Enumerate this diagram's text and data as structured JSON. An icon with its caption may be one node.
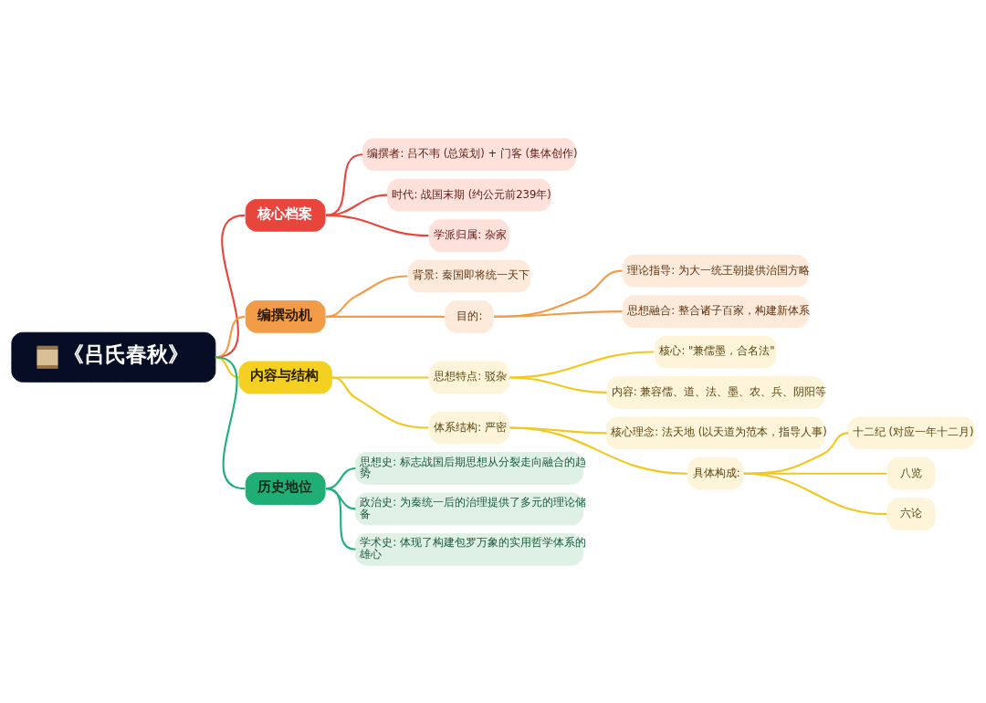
{
  "diagram": {
    "nodes": [
      {
        "text": [
          "《吕氏春秋》"
        ]
      },
      {
        "text": [
          "核心档案"
        ]
      },
      {
        "text": [
          "编撰者: 吕不韦 (总策划) + 门客 (集体创作)"
        ]
      },
      {
        "text": [
          "时代: 战国末期 (约公元前239年)"
        ]
      },
      {
        "text": [
          "学派归属: 杂家"
        ]
      },
      {
        "text": [
          "编撰动机"
        ]
      },
      {
        "text": [
          "背景: 秦国即将统一天下"
        ]
      },
      {
        "text": [
          "目的:"
        ]
      },
      {
        "text": [
          "理论指导: 为大一统王朝提供治国方略"
        ]
      },
      {
        "text": [
          "思想融合: 整合诸子百家，构建新体系"
        ]
      },
      {
        "text": [
          "内容与结构"
        ]
      },
      {
        "text": [
          "思想特点: 驳杂"
        ]
      },
      {
        "text": [
          "核心: \"兼儒墨，合名法\""
        ]
      },
      {
        "text": [
          "内容: 兼容儒、道、法、墨、农、兵、阴阳等"
        ]
      },
      {
        "text": [
          "体系结构: 严密"
        ]
      },
      {
        "text": [
          "核心理念: 法天地 (以天道为范本，指导人事)"
        ]
      },
      {
        "text": [
          "具体构成:"
        ]
      },
      {
        "text": [
          "十二纪 (对应一年十二月)"
        ]
      },
      {
        "text": [
          "八览"
        ]
      },
      {
        "text": [
          "六论"
        ]
      },
      {
        "text": [
          "历史地位"
        ]
      },
      {
        "text": [
          "思想史: 标志战国后期思想从分裂走向融合的趋势"
        ]
      },
      {
        "text": [
          "政治史: 为秦统一后的治理提供了多元的理论储备"
        ]
      },
      {
        "text": [
          "学术史: 体现了构建包罗万象的实用哲学体系的雄心"
        ]
      }
    ],
    "edges": [
      {
        "from": 0,
        "to": 1,
        "arrow": "none",
        "color": "#e8453c"
      },
      {
        "from": 1,
        "to": 2,
        "arrow": "none",
        "color": "#e8453c"
      },
      {
        "from": 1,
        "to": 3,
        "arrow": "none",
        "color": "#e8453c"
      },
      {
        "from": 1,
        "to": 4,
        "arrow": "none",
        "color": "#e8453c"
      },
      {
        "from": 0,
        "to": 5,
        "arrow": "none",
        "color": "#f39c48"
      },
      {
        "from": 5,
        "to": 6,
        "arrow": "none",
        "color": "#f39c48"
      },
      {
        "from": 5,
        "to": 7,
        "arrow": "none",
        "color": "#f39c48"
      },
      {
        "from": 7,
        "to": 8,
        "arrow": "none",
        "color": "#f39c48"
      },
      {
        "from": 7,
        "to": 9,
        "arrow": "none",
        "color": "#f39c48"
      },
      {
        "from": 0,
        "to": 10,
        "arrow": "none"
      },
      {
        "from": 10,
        "to": 11,
        "arrow": "none"
      },
      {
        "from": 11,
        "to": 12,
        "arrow": "none"
      },
      {
        "from": 11,
        "to": 13,
        "arrow": "none"
      },
      {
        "from": 10,
        "to": 14,
        "arrow": "none"
      },
      {
        "from": 14,
        "to": 15,
        "arrow": "none"
      },
      {
        "from": 14,
        "to": 16,
        "arrow": "none"
      },
      {
        "from": 16,
        "to": 17,
        "arrow": "none"
      },
      {
        "from": 16,
        "to": 18,
        "arrow": "none"
      },
      {
        "from": 16,
        "to": 19,
        "arrow": "none"
      },
      {
        "from": 0,
        "to": 20,
        "arrow": "none",
        "color": "#1fb07a"
      },
      {
        "from": 20,
        "to": 21,
        "arrow": "none",
        "color": "#1fb07a"
      },
      {
        "from": 20,
        "to": 22,
        "arrow": "none",
        "color": "#1fb07a"
      },
      {
        "from": 20,
        "to": 23,
        "arrow": "none",
        "color": "#1fb07a"
      }
    ]
  }
}
